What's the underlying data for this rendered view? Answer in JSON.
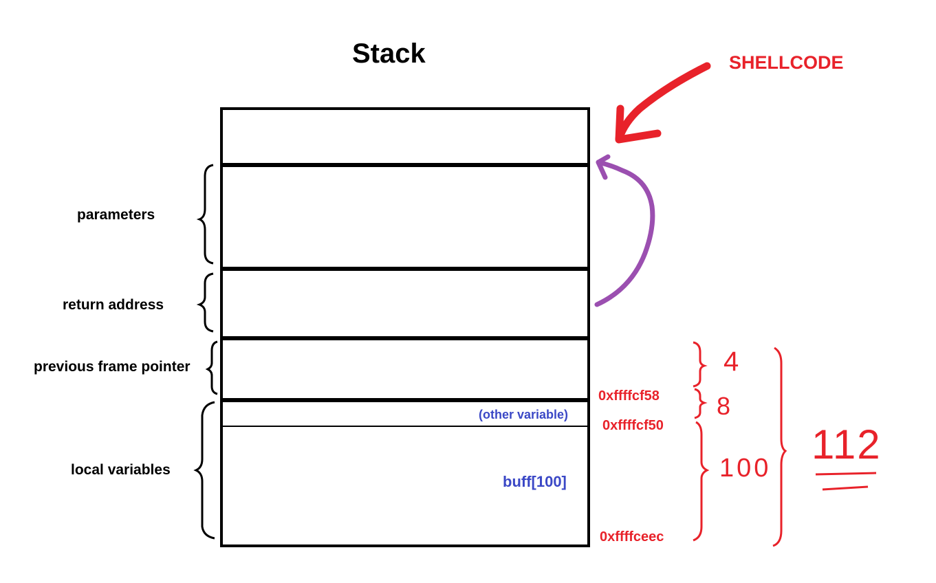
{
  "diagram": {
    "title": "Stack",
    "annotation": "SHELLCODE",
    "sections": [
      {
        "id": "parameters",
        "label": "parameters"
      },
      {
        "id": "return_address",
        "label": "return address"
      },
      {
        "id": "previous_frame_pointer",
        "label": "previous frame pointer"
      },
      {
        "id": "local_variables",
        "label": "local variables"
      }
    ],
    "cells": {
      "other_variable": "(other variable)",
      "buffer": "buff[100]"
    },
    "addresses": {
      "a1": "0xffffcf58",
      "a2": "0xffffcf50",
      "a3": "0xffffceec"
    },
    "sizes": {
      "s1": "4",
      "s2": "8",
      "s3": "100",
      "total": "112"
    },
    "colors": {
      "annotation": "#e8222a",
      "cell_text": "#3b48c6",
      "arrow_return": "#9b4fb0",
      "box": "#000000"
    }
  }
}
